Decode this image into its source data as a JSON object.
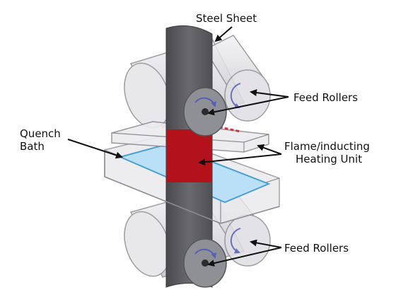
{
  "labels": {
    "steel_sheet": "Steel Sheet",
    "feed_rollers_top": "Feed Rollers",
    "quench_bath_line1": "Quench",
    "quench_bath_line2": "Bath",
    "heating_unit_line1": "Flame/inducting",
    "heating_unit_line2": "Heating Unit",
    "feed_rollers_bottom": "Feed Rollers"
  },
  "colors": {
    "sheet": "#5b5b5f",
    "heating_band": "#b3121a",
    "roller_outline": "#8d8d95",
    "roller_arrow": "#5560b8",
    "bath_water": "#b9e0f6",
    "bath_water_edge": "#4a9fd4"
  }
}
